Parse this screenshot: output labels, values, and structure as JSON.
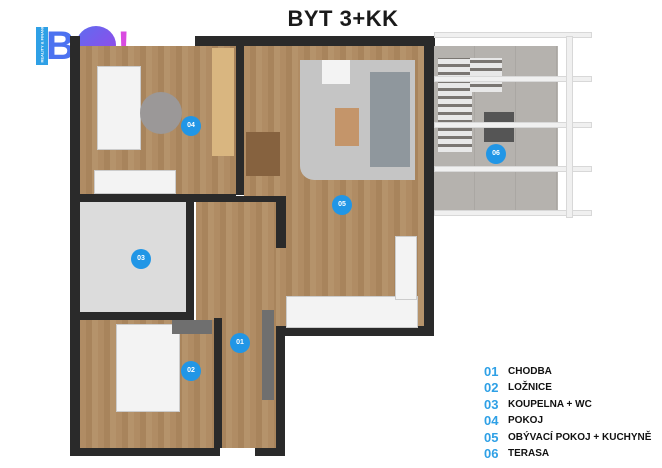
{
  "title": "BYT 3+KK",
  "logo": {
    "text_b": "B",
    "text_ex": "!",
    "tagline": "REALITY & FINANCE",
    "colors": {
      "blue": "#2ea0e6",
      "violet": "#9a45e8",
      "magenta": "#d94be0"
    }
  },
  "rooms": [
    {
      "number": "01",
      "label": "CHODBA"
    },
    {
      "number": "02",
      "label": "LOŽNICE"
    },
    {
      "number": "03",
      "label": "KOUPELNA + WC"
    },
    {
      "number": "04",
      "label": "POKOJ"
    },
    {
      "number": "05",
      "label": "OBÝVACÍ POKOJ + KUCHYNĚ"
    },
    {
      "number": "06",
      "label": "TERASA"
    }
  ],
  "accent_color": "#2196e6"
}
